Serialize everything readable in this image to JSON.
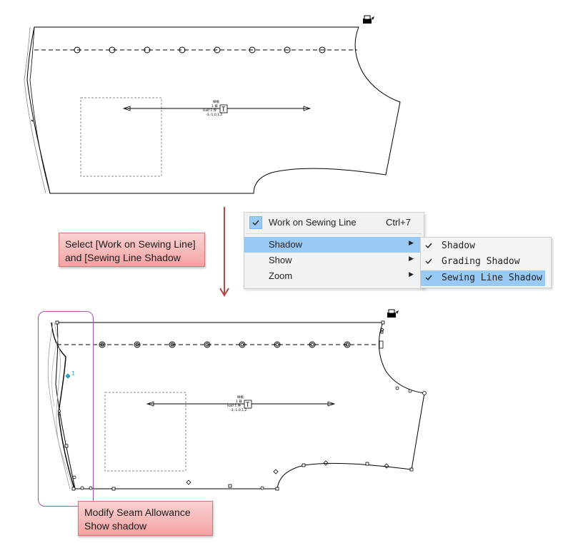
{
  "menu": {
    "items": [
      {
        "label": "Work on Sewing Line",
        "shortcut": "Ctrl+7",
        "checked": true
      },
      {
        "label": "Shadow",
        "has_submenu": true,
        "highlighted": true
      },
      {
        "label": "Show",
        "has_submenu": true
      },
      {
        "label": "Zoom",
        "has_submenu": true
      }
    ]
  },
  "submenu": {
    "items": [
      {
        "label": "Shadow",
        "checked": true
      },
      {
        "label": "Grading Shadow",
        "checked": true
      },
      {
        "label": "Sewing Line Shadow",
        "checked": true,
        "highlighted": true
      }
    ]
  },
  "callouts": {
    "top": {
      "line1": "Select [Work on Sewing Line]",
      "line2": "and [Sewing Line Shadow"
    },
    "bottom": {
      "line1": "Modify Seam Allowance",
      "line2": "Show shadow"
    }
  },
  "pattern_top": {
    "label_line1": "样板",
    "label_line2": "1 裁",
    "label_line3": "Half 1 件",
    "label_line4": "-3,-1,0,1,2"
  },
  "pattern_bottom": {
    "point_label": "1",
    "small_label": "1",
    "label_line1": "样板",
    "label_line2": "1 裁",
    "label_line3": "Half 1 件",
    "label_line4": "-3,-1,0,1,2"
  },
  "colors": {
    "callout_fill": "#f5a3a3",
    "menu_highlight": "#99c9f5",
    "arrow": "#b04848",
    "selection_frame": "#a555a5",
    "point_accent": "#22aacc"
  },
  "icons": [
    "printer-icon",
    "check-icon",
    "submenu-arrow-icon",
    "down-arrow-icon"
  ]
}
